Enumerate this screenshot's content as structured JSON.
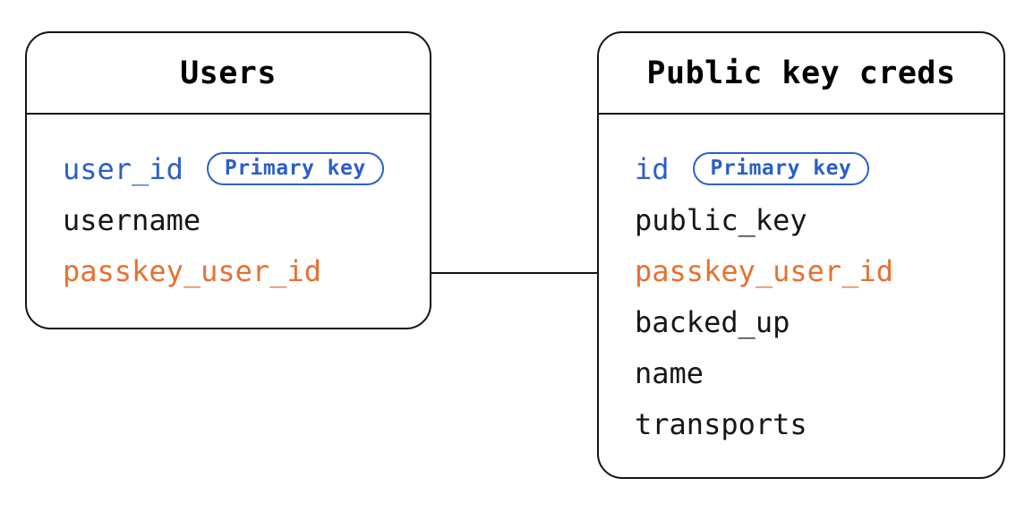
{
  "colors": {
    "primary_key_blue": "#2b5fc8",
    "foreign_key_orange": "#e8702e",
    "text": "#161616",
    "outline": "#141414",
    "background": "#ffffff"
  },
  "relationship": {
    "from_table": "Users",
    "from_field": "passkey_user_id",
    "to_table": "Public key creds",
    "to_field": "passkey_user_id"
  },
  "tables": [
    {
      "title": "Users",
      "fields": [
        {
          "name": "user_id",
          "badge": "Primary key"
        },
        {
          "name": "username"
        },
        {
          "name": "passkey_user_id"
        }
      ]
    },
    {
      "title": "Public key creds",
      "fields": [
        {
          "name": "id",
          "badge": "Primary key"
        },
        {
          "name": "public_key"
        },
        {
          "name": "passkey_user_id"
        },
        {
          "name": "backed_up"
        },
        {
          "name": "name"
        },
        {
          "name": "transports"
        }
      ]
    }
  ]
}
